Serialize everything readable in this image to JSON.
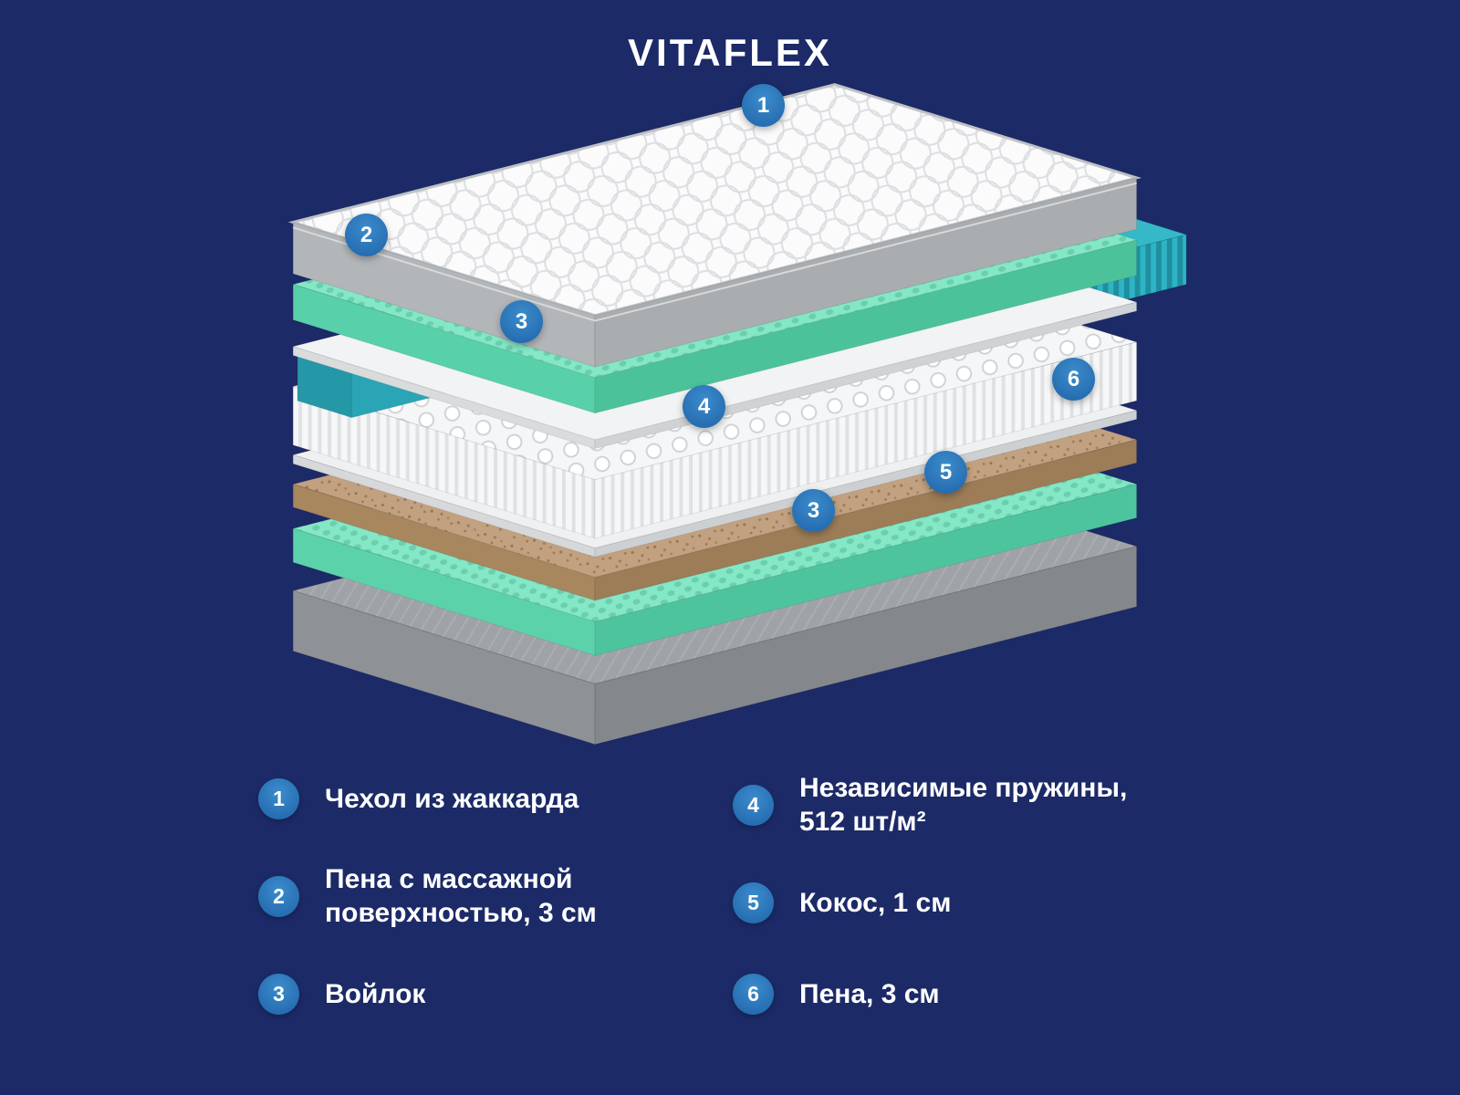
{
  "brand": "VITAFLEX",
  "colors": {
    "background": "#1c2a67",
    "badge_blue": "#2878bd",
    "foam_green": "#84e7c6",
    "encasement_teal": "#2aa7b8",
    "coconut_brown": "#c2a180",
    "cover_white": "#fbfbfc",
    "base_gray": "#9fa3a7"
  },
  "diagram": {
    "badges": [
      "1",
      "2",
      "3",
      "4",
      "3",
      "5",
      "6"
    ]
  },
  "legend": {
    "left": [
      {
        "num": "1",
        "label": "Чехол из жаккарда"
      },
      {
        "num": "2",
        "label": "Пена с массажной\nповерхностью, 3 см"
      },
      {
        "num": "3",
        "label": "Войлок"
      }
    ],
    "right": [
      {
        "num": "4",
        "label": "Независимые пружины,\n512 шт/м²"
      },
      {
        "num": "5",
        "label": "Кокос, 1 см"
      },
      {
        "num": "6",
        "label": "Пена, 3 см"
      }
    ]
  }
}
